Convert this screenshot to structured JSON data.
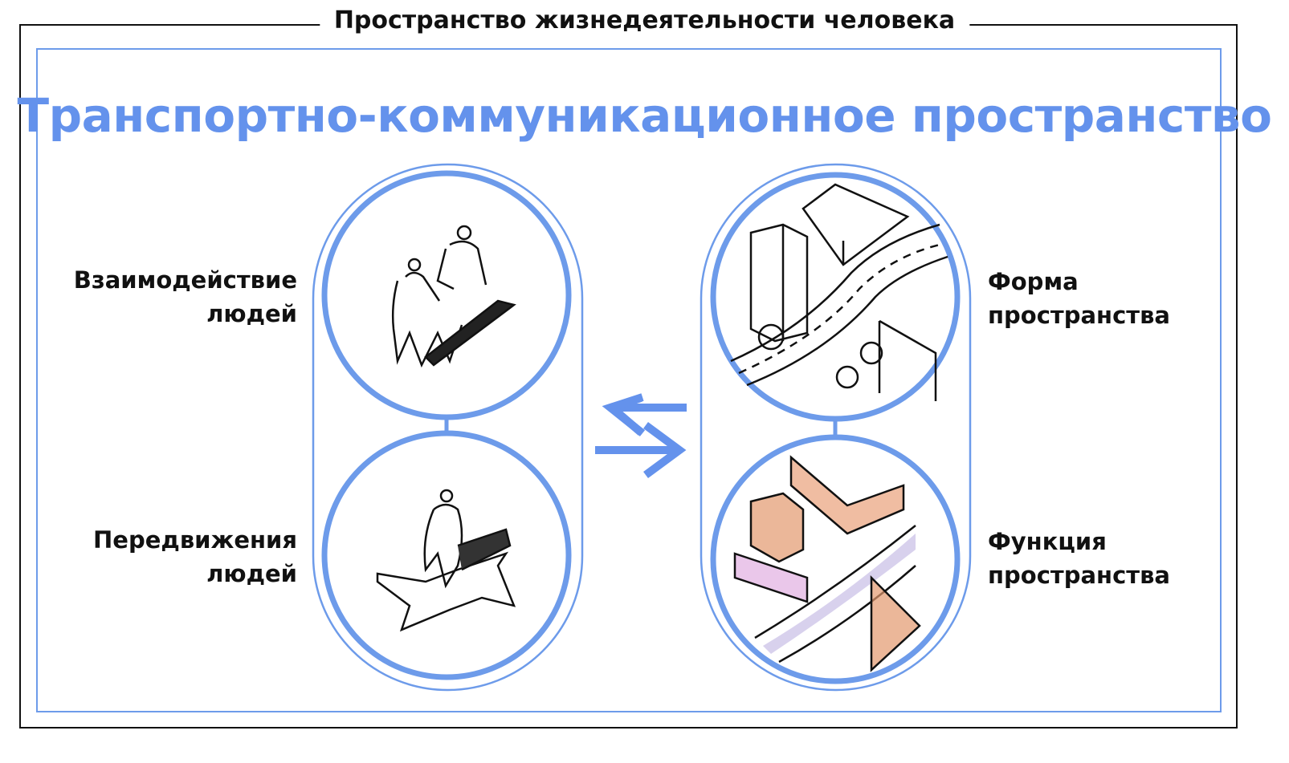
{
  "outer_title": "Пространство жизнедеятельности человека",
  "main_title": "Транспортно-коммуникационное пространство",
  "left_group": {
    "top_label": [
      "Взаимодействие",
      "людей"
    ],
    "bottom_label": [
      "Передвижения",
      "людей"
    ]
  },
  "right_group": {
    "top_label": [
      "Форма",
      "пространства"
    ],
    "bottom_label": [
      "Функция",
      "пространства"
    ]
  },
  "colors": {
    "accent": "#6492ec",
    "frame": "#111111"
  }
}
